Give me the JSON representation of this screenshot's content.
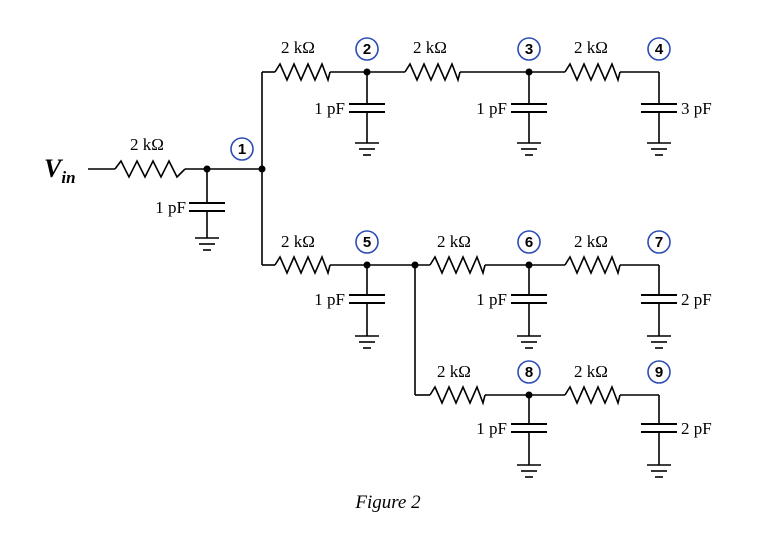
{
  "input": {
    "label": "V",
    "subscript": "in"
  },
  "resistor_value": "2 kΩ",
  "nodes": [
    "1",
    "2",
    "3",
    "4",
    "5",
    "6",
    "7",
    "8",
    "9"
  ],
  "capacitors": {
    "c_in": "1 pF",
    "c2": "1 pF",
    "c3": "1 pF",
    "c4": "3 pF",
    "c5": "1 pF",
    "c6": "1 pF",
    "c7": "2 pF",
    "c8": "1 pF",
    "c9": "2 pF"
  },
  "caption": "Figure 2"
}
